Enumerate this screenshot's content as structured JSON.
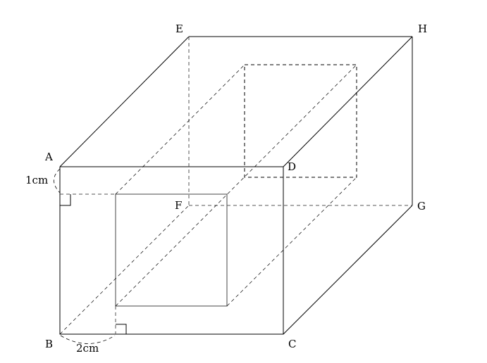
{
  "labels": {
    "A": "A",
    "B": "B",
    "C": "C",
    "D": "D",
    "E": "E",
    "F": "F",
    "G": "G",
    "H": "H"
  },
  "dimensions": {
    "vertical": "1cm",
    "horizontal": "2cm"
  }
}
